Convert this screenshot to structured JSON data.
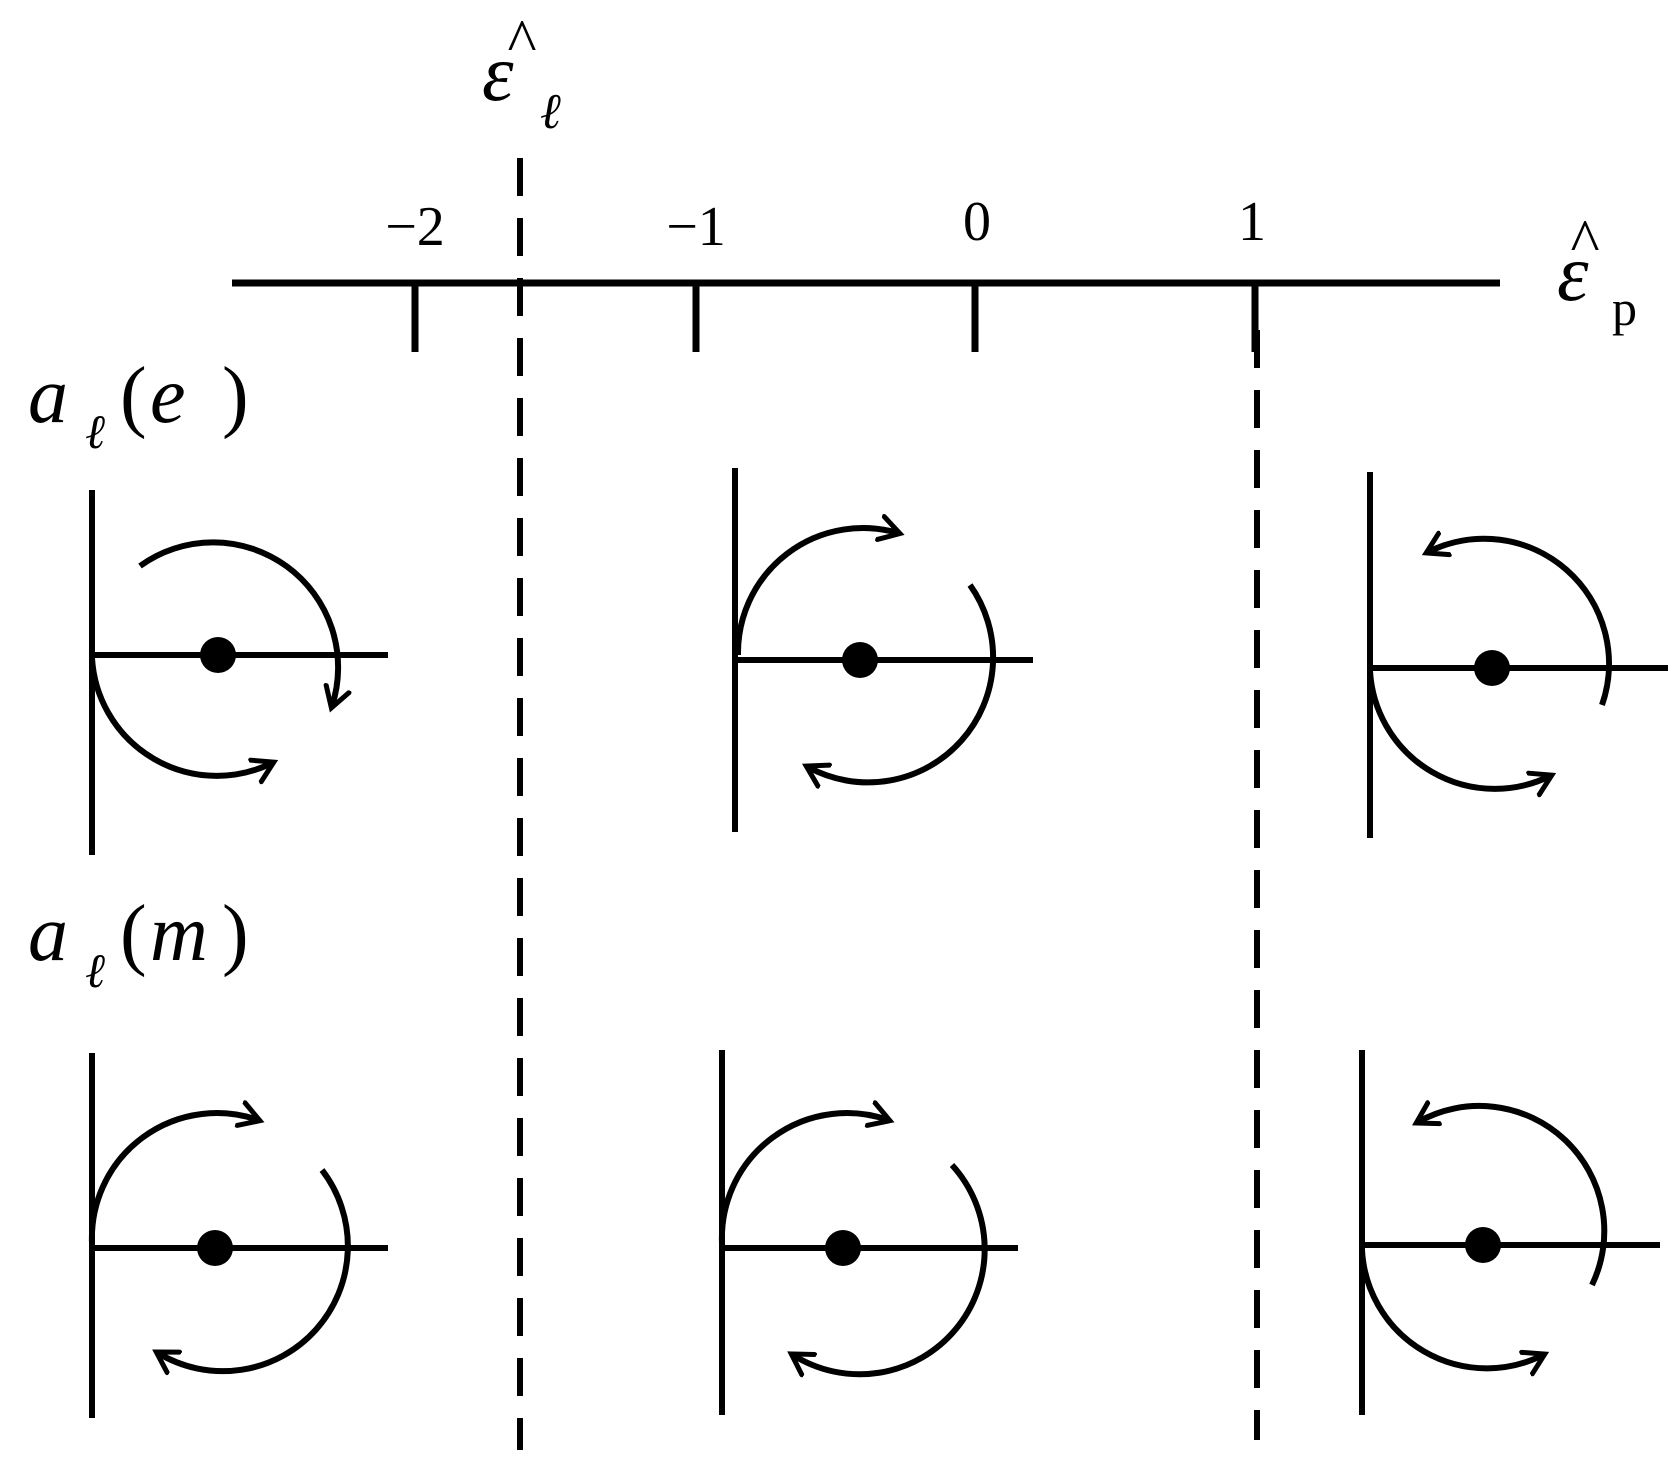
{
  "axis": {
    "label_symbol": "ε",
    "label_hat": "^",
    "label_subscript": "p",
    "ticks": [
      {
        "value": -2,
        "label": "−2"
      },
      {
        "value": -1,
        "label": "−1"
      },
      {
        "value": 0,
        "label": "0"
      },
      {
        "value": 1,
        "label": "1"
      }
    ]
  },
  "dashed_markers": [
    {
      "id": "eps-l",
      "value": -1.6,
      "label_symbol": "ε",
      "label_hat": "^",
      "label_subscript": "ℓ"
    },
    {
      "id": "one",
      "value": 1
    }
  ],
  "rows": [
    {
      "id": "electric",
      "label_symbol": "a",
      "label_subscript": "ℓ",
      "label_open": "(",
      "label_arg": "e",
      "label_close": ")",
      "contours": [
        {
          "region": "left",
          "upper_arrow": "clockwise",
          "lower_arrow": "counterclockwise"
        },
        {
          "region": "middle",
          "upper_arrow": "clockwise",
          "lower_arrow": "clockwise"
        },
        {
          "region": "right",
          "upper_arrow": "counterclockwise",
          "lower_arrow": "counterclockwise"
        }
      ]
    },
    {
      "id": "magnetic",
      "label_symbol": "a",
      "label_subscript": "ℓ",
      "label_open": "(",
      "label_arg": "m",
      "label_close": ")",
      "contours": [
        {
          "region": "left",
          "upper_arrow": "clockwise",
          "lower_arrow": "clockwise"
        },
        {
          "region": "middle",
          "upper_arrow": "clockwise",
          "lower_arrow": "clockwise"
        },
        {
          "region": "right",
          "upper_arrow": "counterclockwise",
          "lower_arrow": "counterclockwise"
        }
      ]
    }
  ]
}
